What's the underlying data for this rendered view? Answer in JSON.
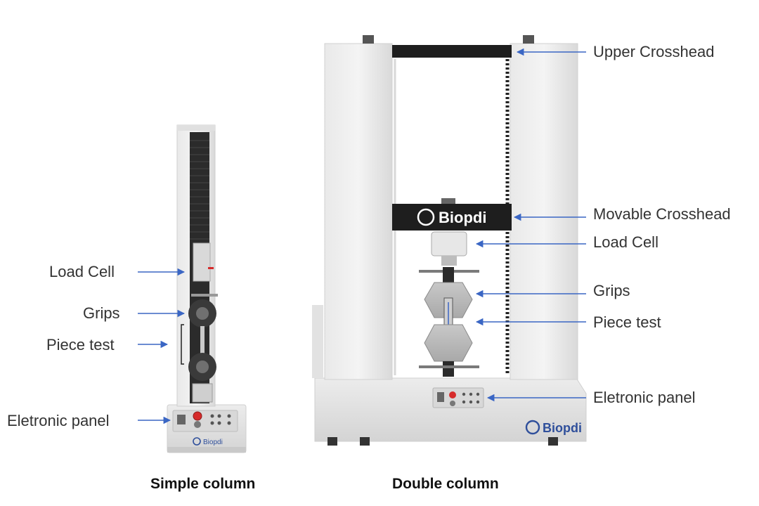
{
  "brand": {
    "logo_text": "Biopdi",
    "accent_color": "#2f4f9b"
  },
  "arrow_color": "#3a66c4",
  "simple_column": {
    "caption": "Simple column",
    "labels": {
      "load_cell": "Load Cell",
      "grips": "Grips",
      "piece_test": "Piece test",
      "electronic_panel": "Eletronic panel"
    }
  },
  "double_column": {
    "caption": "Double column",
    "labels": {
      "upper_crosshead": "Upper Crosshead",
      "movable_crosshead": "Movable Crosshead",
      "load_cell": "Load Cell",
      "grips": "Grips",
      "piece_test": "Piece test",
      "electronic_panel": "Eletronic panel"
    }
  }
}
